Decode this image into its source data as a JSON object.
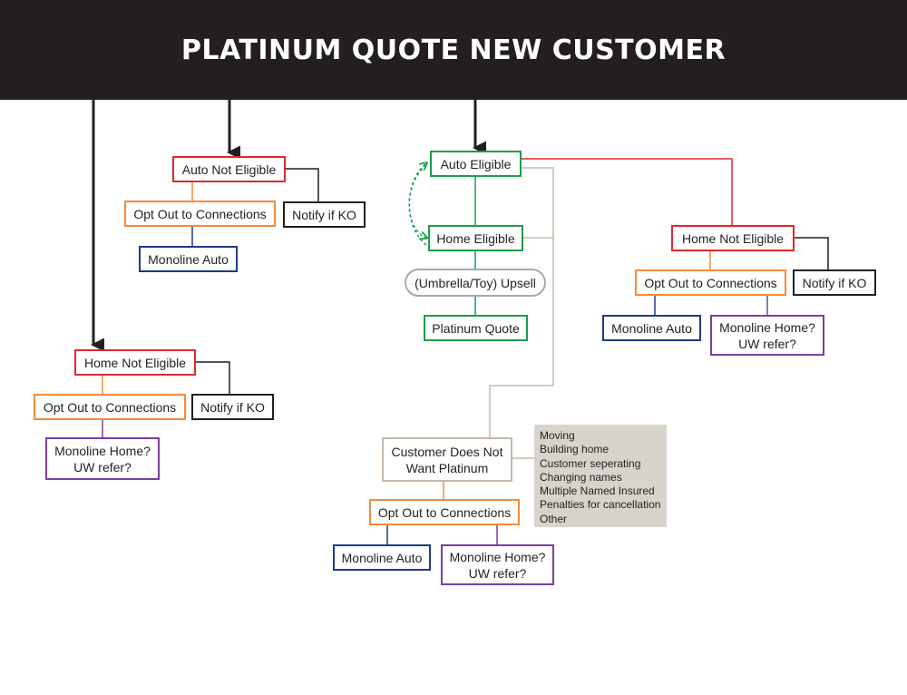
{
  "title": "PLATINUM QUOTE NEW CUSTOMER",
  "colors": {
    "header": "#231f20",
    "not_eligible": "#e0282e",
    "opt_out": "#f58a3c",
    "monoline_auto": "#1f3a8a",
    "monoline_home": "#7b3fa0",
    "eligible": "#1b9e4b",
    "customer_path": "#c5b8a8",
    "notes_bg": "#d8d3cb"
  },
  "nodes": {
    "auto_not_eligible": "Auto Not Eligible",
    "opt_out_1": "Opt Out to Connections",
    "notify_1": "Notify if KO",
    "monoline_auto_1": "Monoline Auto",
    "home_not_eligible_left": "Home Not Eligible",
    "opt_out_2": "Opt Out to Connections",
    "notify_2": "Notify if KO",
    "monoline_home_left_l1": "Monoline Home?",
    "monoline_home_left_l2": "UW refer?",
    "auto_eligible": "Auto Eligible",
    "home_eligible": "Home Eligible",
    "upsell": "(Umbrella/Toy) Upsell",
    "platinum_quote": "Platinum Quote",
    "home_not_eligible_right": "Home Not Eligible",
    "opt_out_3": "Opt Out to Connections",
    "notify_3": "Notify if KO",
    "monoline_auto_3": "Monoline Auto",
    "monoline_home_right_l1": "Monoline Home?",
    "monoline_home_right_l2": "UW refer?",
    "customer_l1": "Customer Does Not",
    "customer_l2": "Want Platinum",
    "opt_out_4": "Opt Out to Connections",
    "monoline_auto_4": "Monoline Auto",
    "monoline_home_bottom_l1": "Monoline Home?",
    "monoline_home_bottom_l2": "UW refer?"
  },
  "reasons": [
    "Moving",
    "Building home",
    "Customer seperating",
    "Changing names",
    "Multiple Named Insured",
    "Penalties for cancellation",
    "Other"
  ]
}
